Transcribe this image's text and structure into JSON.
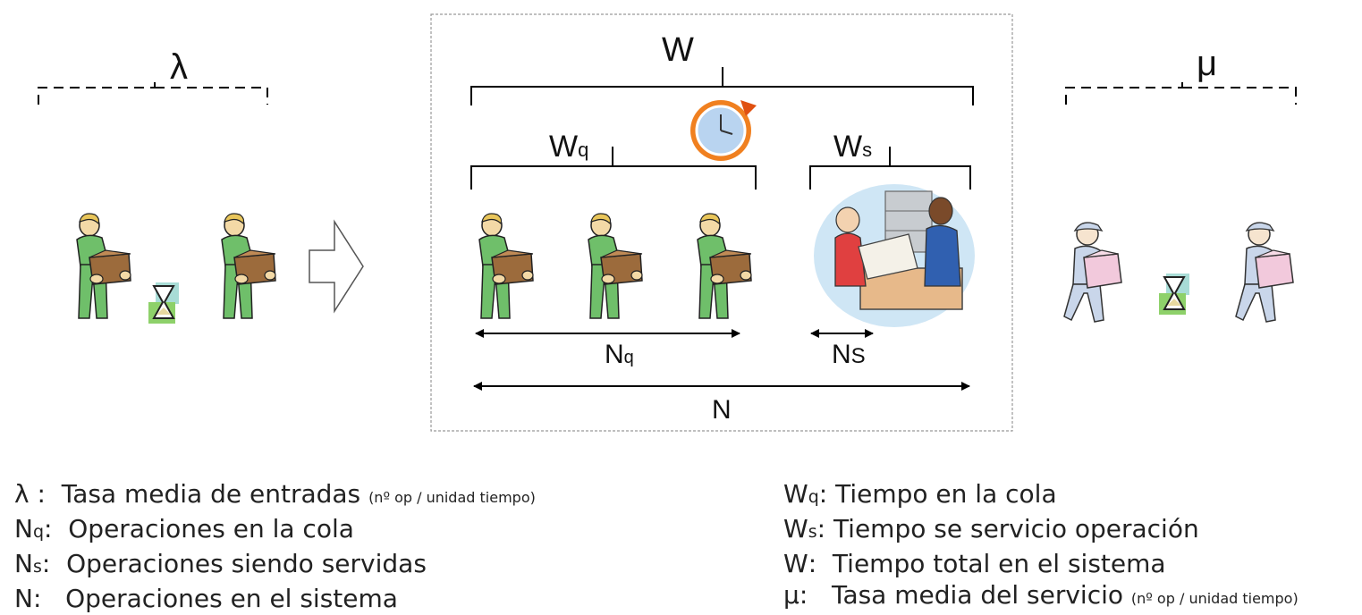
{
  "diagram": {
    "arrivals_label": "λ",
    "departures_label": "μ",
    "system_time_label": "W",
    "queue_time_label": {
      "base": "W",
      "sub": "q"
    },
    "service_time_label": {
      "base": "W",
      "sub": "s"
    },
    "queue_count_label": {
      "base": "N",
      "sub": "q"
    },
    "service_count_label": {
      "base": "N",
      "sub": "S"
    },
    "system_count_label": "N"
  },
  "legend_left": [
    {
      "symbol": "λ",
      "sub": "",
      "sep": " :  ",
      "text": "Tasa media de entradas",
      "note": "(nº op / unidad tiempo)"
    },
    {
      "symbol": "N",
      "sub": "q",
      "sep": ":  ",
      "text": "Operaciones en la cola",
      "note": ""
    },
    {
      "symbol": "N",
      "sub": "s",
      "sep": ":  ",
      "text": "Operaciones siendo servidas",
      "note": ""
    },
    {
      "symbol": "N",
      "sub": "",
      "sep": ":   ",
      "text": "Operaciones en el sistema",
      "note": ""
    }
  ],
  "legend_right": [
    {
      "symbol": "W",
      "sub": "q",
      "sep": ": ",
      "text": "Tiempo en la cola",
      "note": ""
    },
    {
      "symbol": "W",
      "sub": "s",
      "sep": ": ",
      "text": "Tiempo se servicio operación",
      "note": ""
    },
    {
      "symbol": "W",
      "sub": "",
      "sep": ":  ",
      "text": "Tiempo total en el sistema",
      "note": ""
    },
    {
      "symbol": "μ",
      "sub": "",
      "sep": ":   ",
      "text": "Tasa media del servicio",
      "note": "(nº op / unidad tiempo)"
    }
  ],
  "colors": {
    "worker_body": "#6fbf6a",
    "worker_box": "#9c6b3c",
    "courier_body": "#c9d6ea",
    "courier_box": "#f2c9dc",
    "clock_ring": "#f08020",
    "clock_face": "#b9d4f0",
    "frame_border": "#999999"
  }
}
